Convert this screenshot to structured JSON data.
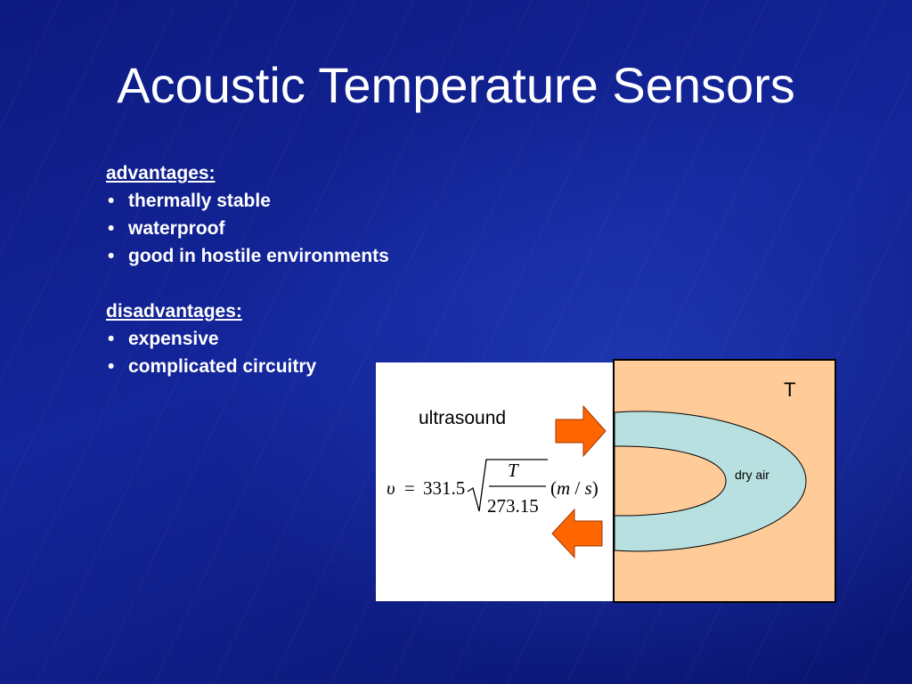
{
  "slide": {
    "title": "Acoustic Temperature Sensors"
  },
  "advantages": {
    "heading": "advantages:",
    "items": [
      "thermally stable",
      "waterproof",
      "good in hostile environments"
    ]
  },
  "disadvantages": {
    "heading": "disadvantages:",
    "items": [
      "expensive",
      "complicated circuitry"
    ]
  },
  "diagram": {
    "ultrasound_label": "ultrasound",
    "temperature_label": "T",
    "medium_label": "dry air",
    "equation": {
      "lhs": "υ",
      "equals": "=",
      "coefficient": "331.5",
      "numerator": "T",
      "denominator": "273.15",
      "unit_open": "(",
      "unit_m": "m",
      "unit_slash": " / ",
      "unit_s": "s",
      "unit_close": ")"
    },
    "colors": {
      "chamber": "#ffcc99",
      "air_ring": "#b8e0e0",
      "arrow": "#ff6600"
    }
  }
}
